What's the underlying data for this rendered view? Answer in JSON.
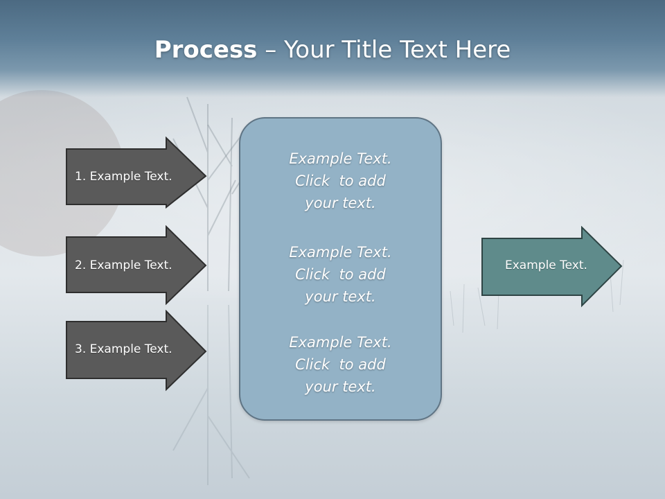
{
  "title": {
    "bold": "Process",
    "rest": " – Your Title Text Here"
  },
  "inputs": [
    {
      "label": "1. Example Text."
    },
    {
      "label": "2. Example Text."
    },
    {
      "label": "3. Example Text."
    }
  ],
  "center_box": {
    "paragraphs": [
      {
        "lines": [
          "Example Text.",
          "Click  to add",
          "your text."
        ]
      },
      {
        "lines": [
          "Example Text.",
          "Click  to add",
          "your text."
        ]
      },
      {
        "lines": [
          "Example Text.",
          "Click  to add",
          "your text."
        ]
      }
    ]
  },
  "output": {
    "label": "Example Text."
  },
  "colors": {
    "input_arrow_fill": "#5a5a5a",
    "output_arrow_fill": "#5f8b8b",
    "center_box_fill": "#93b2c6",
    "header": "#5e7f98"
  }
}
